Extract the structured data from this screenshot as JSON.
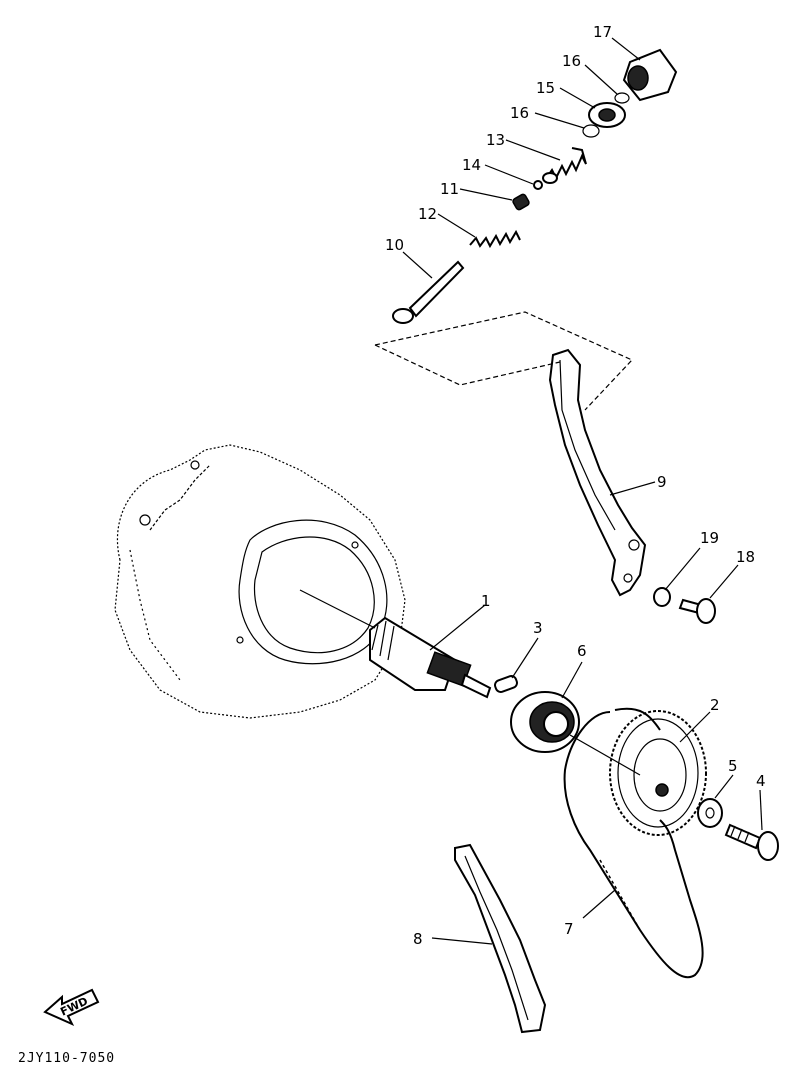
{
  "callouts": [
    "1",
    "2",
    "3",
    "4",
    "5",
    "6",
    "7",
    "8",
    "9",
    "10",
    "11",
    "12",
    "13",
    "14",
    "15",
    "16",
    "16",
    "17",
    "18",
    "19"
  ],
  "fwd_label": "FWD",
  "diagram_code": "2JY110-7050"
}
